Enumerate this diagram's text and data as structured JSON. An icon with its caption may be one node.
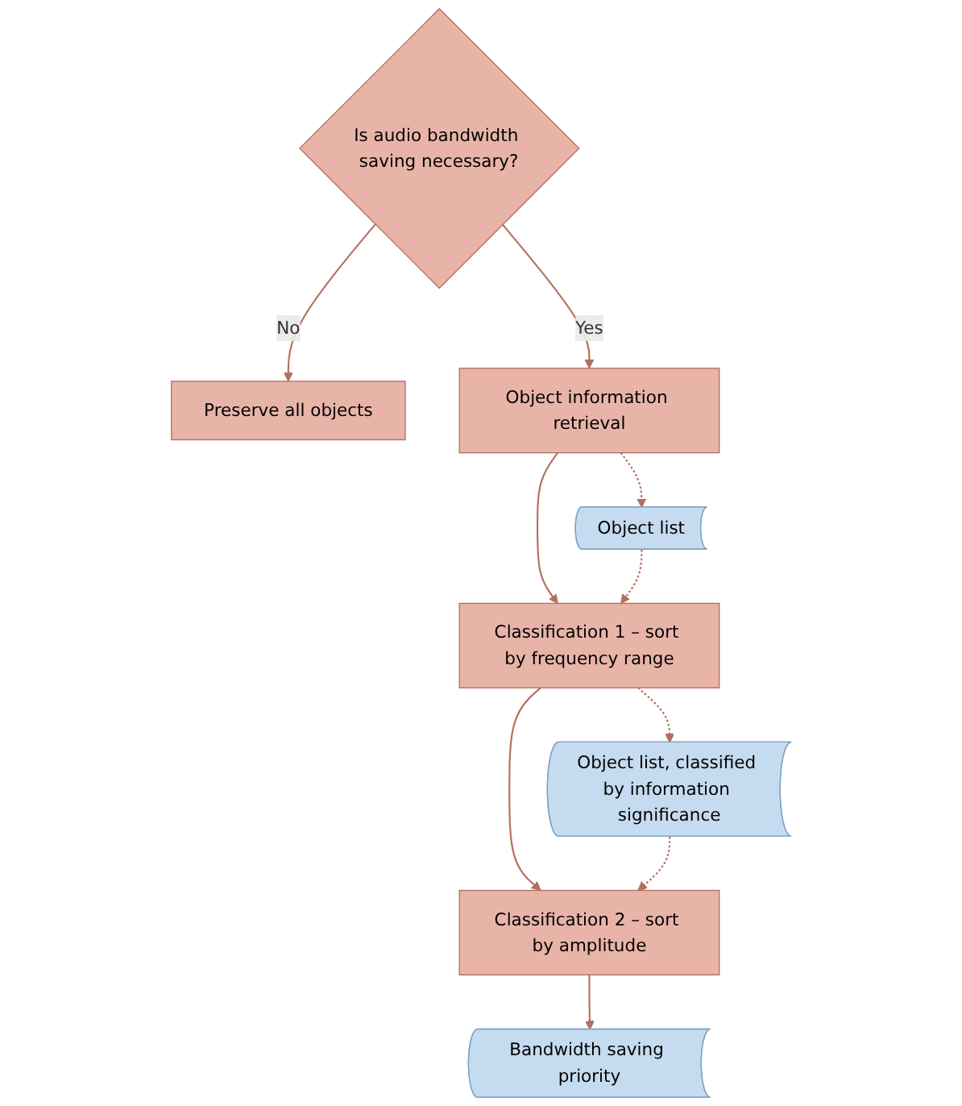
{
  "diagram": {
    "nodes": [
      {
        "text": [
          "Is audio bandwidth saving necessary?"
        ]
      },
      {
        "text": [
          "Preserve all objects"
        ]
      },
      {
        "text": [
          "Object information retrieval"
        ]
      },
      {
        "text": [
          "Object list"
        ]
      },
      {
        "text": [
          "Classification 1 – sort by frequency range"
        ]
      },
      {
        "text": [
          "Object list, classified by information significance"
        ]
      },
      {
        "text": [
          "Classification 2 – sort by amplitude"
        ]
      },
      {
        "text": [
          "Bandwidth saving priority"
        ]
      }
    ],
    "edges": [
      {
        "from": 0,
        "to": 1,
        "arrow": "to",
        "label": "No"
      },
      {
        "from": 0,
        "to": 2,
        "arrow": "to",
        "label": "Yes"
      },
      {
        "from": 2,
        "to": 4,
        "arrow": "to"
      },
      {
        "from": 2,
        "to": 3,
        "arrow": "to",
        "style": "dashed"
      },
      {
        "from": 3,
        "to": 4,
        "arrow": "to",
        "style": "dashed"
      },
      {
        "from": 4,
        "to": 6,
        "arrow": "to"
      },
      {
        "from": 4,
        "to": 5,
        "arrow": "to",
        "style": "dashed"
      },
      {
        "from": 5,
        "to": 6,
        "arrow": "to",
        "style": "dashed"
      },
      {
        "from": 6,
        "to": 7,
        "arrow": "to"
      }
    ]
  }
}
